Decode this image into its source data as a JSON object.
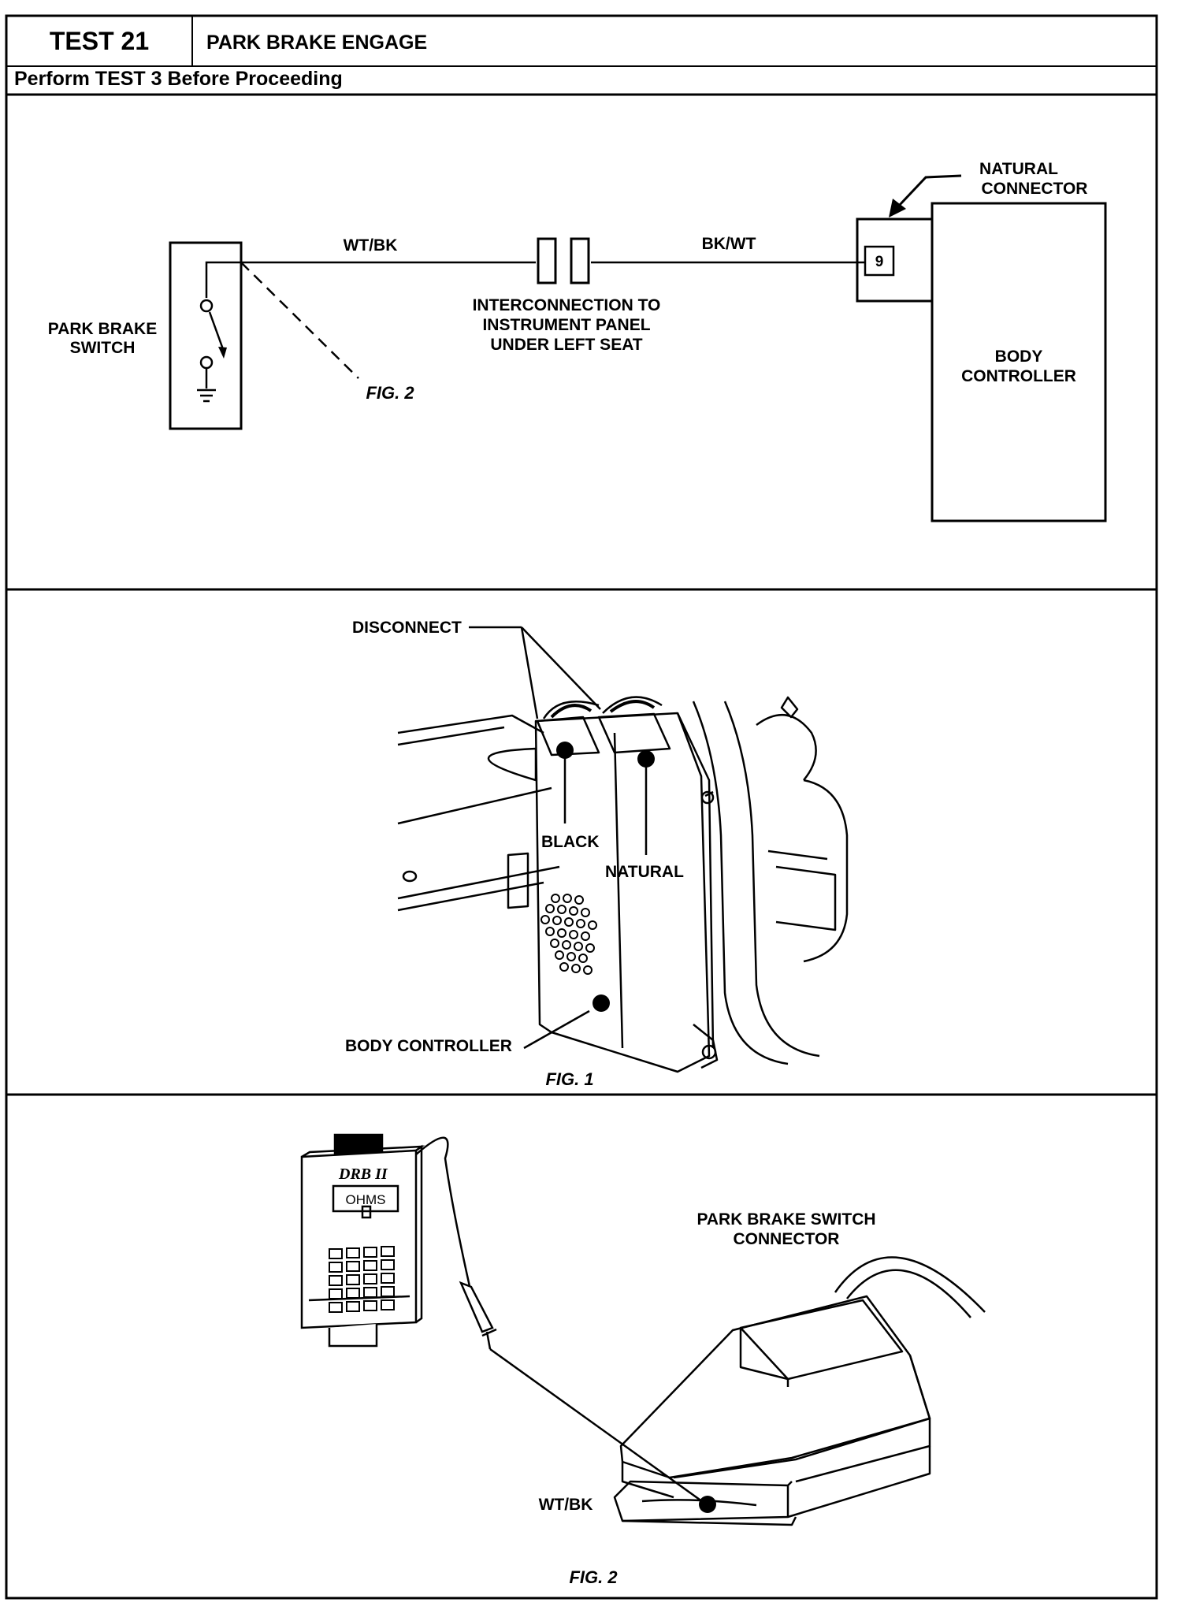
{
  "header": {
    "test_number": "TEST 21",
    "test_title": "PARK BRAKE ENGAGE",
    "prerequisite": "Perform TEST 3 Before Proceeding"
  },
  "schematic": {
    "switch_label_1": "PARK BRAKE",
    "switch_label_2": "SWITCH",
    "wire_left": "WT/BK",
    "wire_right": "BK/WT",
    "interconnect_1": "INTERCONNECTION TO",
    "interconnect_2": "INSTRUMENT PANEL",
    "interconnect_3": "UNDER LEFT SEAT",
    "fig_ref": "FIG. 2",
    "connector_label_1": "NATURAL",
    "connector_label_2": "CONNECTOR",
    "pin": "9",
    "module_1": "BODY",
    "module_2": "CONTROLLER"
  },
  "fig1": {
    "disconnect": "DISCONNECT",
    "black": "BLACK",
    "natural": "NATURAL",
    "body_controller": "BODY CONTROLLER",
    "caption": "FIG. 1"
  },
  "fig2": {
    "tool_brand": "DRB II",
    "tool_display": "OHMS",
    "connector_label_1": "PARK BRAKE SWITCH",
    "connector_label_2": "CONNECTOR",
    "wire": "WT/BK",
    "caption": "FIG. 2"
  }
}
